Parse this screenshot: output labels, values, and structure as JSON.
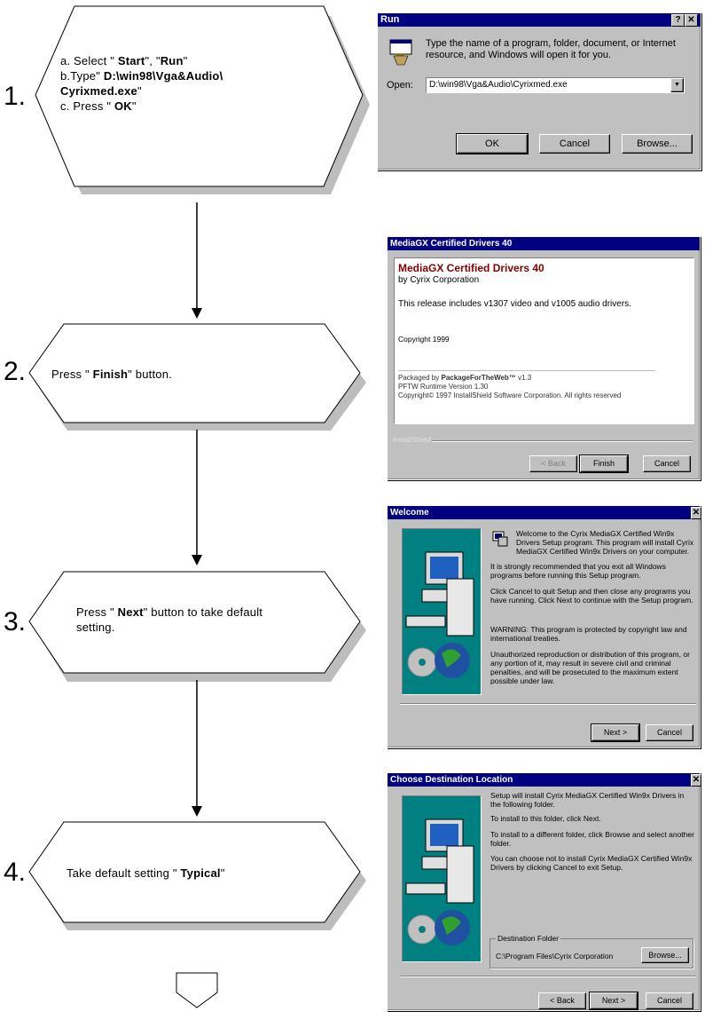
{
  "steps": [
    {
      "num": "1.",
      "lines": [
        {
          "pre": "a. Select \" ",
          "b1": "Start",
          "mid": "\", \"",
          "b2": "Run",
          "post": "\""
        },
        {
          "pre": "b.Type\" ",
          "b1": "D:\\win98\\Vga&Audio\\",
          "mid": "",
          "b2": "",
          "post": ""
        },
        {
          "pre": "",
          "b1": "Cyrixmed.exe",
          "mid": "",
          "b2": "",
          "post": "\""
        },
        {
          "pre": "c. Press \" ",
          "b1": "OK",
          "mid": "",
          "b2": "",
          "post": "\""
        }
      ]
    },
    {
      "num": "2.",
      "pre": "Press \" ",
      "bold": "Finish",
      "post": "\" button."
    },
    {
      "num": "3.",
      "pre": "Press \" ",
      "bold": "Next",
      "post": "\" button to take default",
      "line2": "setting."
    },
    {
      "num": "4.",
      "pre": "Take default setting \" ",
      "bold": "Typical",
      "post": "\""
    }
  ],
  "run_dialog": {
    "title": "Run",
    "help_btn": "?",
    "close_btn": "✕",
    "message": "Type the name of a program, folder, document, or Internet resource, and Windows will open it for you.",
    "open_label": "Open:",
    "open_value": "D:\\win98\\Vga&Audio\\Cyrixmed.exe",
    "ok": "OK",
    "cancel": "Cancel",
    "browse": "Browse..."
  },
  "mediagx_dialog": {
    "title": "MediaGX Certified Drivers 40",
    "heading": "MediaGX Certified Drivers 40",
    "by": "by Cyrix Corporation",
    "release": "This release includes v1307 video and v1005 audio drivers.",
    "copyright": "Copyright 1999",
    "packaged_pre": "Packaged by ",
    "packaged_bold": "PackageForTheWeb™",
    "packaged_post": " v1.3",
    "runtime": "PFTW Runtime Version 1.30",
    "copyright2": "Copyright© 1997 InstallShield Software Corporation.  All rights reserved",
    "installshield": "InstallShield",
    "back": "< Back",
    "finish": "Finish",
    "cancel": "Cancel"
  },
  "welcome_dialog": {
    "title": "Welcome",
    "close_btn": "✕",
    "p1": "Welcome to the Cyrix MediaGX Certified Win9x Drivers Setup program.  This program will install Cyrix MediaGX Certified Win9x Drivers on your computer.",
    "p2": "It is strongly recommended that you exit all Windows programs before running this Setup program.",
    "p3": "Click Cancel to quit Setup and then close any programs you have running.  Click Next to continue with the Setup program.",
    "p4": "WARNING: This program is protected by copyright law and international treaties.",
    "p5": "Unauthorized reproduction or distribution of this program, or any portion of it, may result in severe civil and criminal penalties, and will be prosecuted to the maximum extent possible under law.",
    "next": "Next >",
    "cancel": "Cancel"
  },
  "dest_dialog": {
    "title": "Choose Destination Location",
    "close_btn": "✕",
    "p1": "Setup will install Cyrix MediaGX Certified Win9x Drivers in the following folder.",
    "p2": "To install to this folder, click Next.",
    "p3": "To install to a different folder, click Browse and select another folder.",
    "p4": "You can choose not to install Cyrix MediaGX Certified Win9x Drivers by clicking Cancel to exit Setup.",
    "group": "Destination Folder",
    "path": "C:\\Program Files\\Cyrix Corporation",
    "browse": "Browse...",
    "back": "< Back",
    "next": "Next >",
    "cancel": "Cancel"
  }
}
